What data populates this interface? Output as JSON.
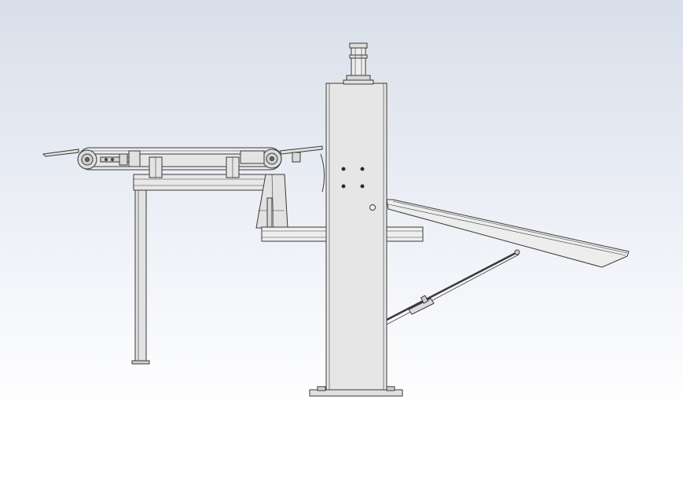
{
  "scene": {
    "type": "cad-side-view",
    "components": [
      "belt-conveyor",
      "conveyor-support-leg",
      "support-beam",
      "main-column",
      "pneumatic-cylinder",
      "base-plate",
      "inclined-chute",
      "strut-rod"
    ]
  },
  "colors": {
    "background_top": "#d9dfea",
    "background_bottom": "#ffffff",
    "part_fill": "#e4e4e4",
    "part_light": "#efefef",
    "outline": "#3a3a3a"
  }
}
